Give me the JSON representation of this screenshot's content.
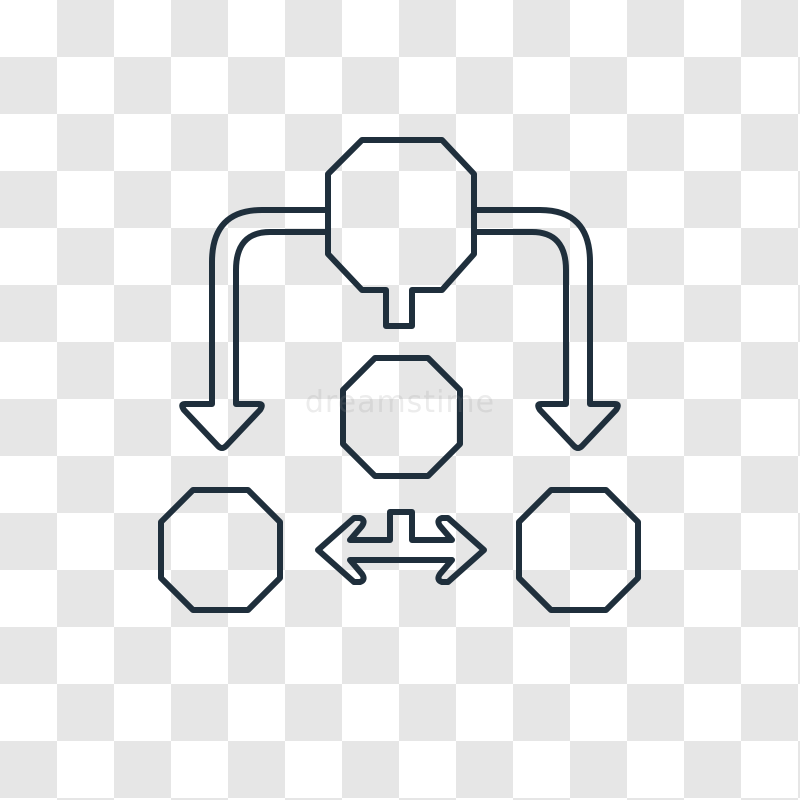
{
  "image": {
    "background": "transparency-checkerboard",
    "checker_colors": [
      "#ffffff",
      "#e6e6e6"
    ],
    "stroke_color": "#1f2f3c",
    "watermark": "dreamstime"
  },
  "icon": {
    "name": "workflow-hierarchy-icon",
    "elements": [
      "top-octagon-node",
      "left-curved-down-arrow",
      "right-curved-down-arrow",
      "middle-octagon-node",
      "left-octagon-node",
      "right-octagon-node",
      "bidirectional-arrow"
    ]
  }
}
